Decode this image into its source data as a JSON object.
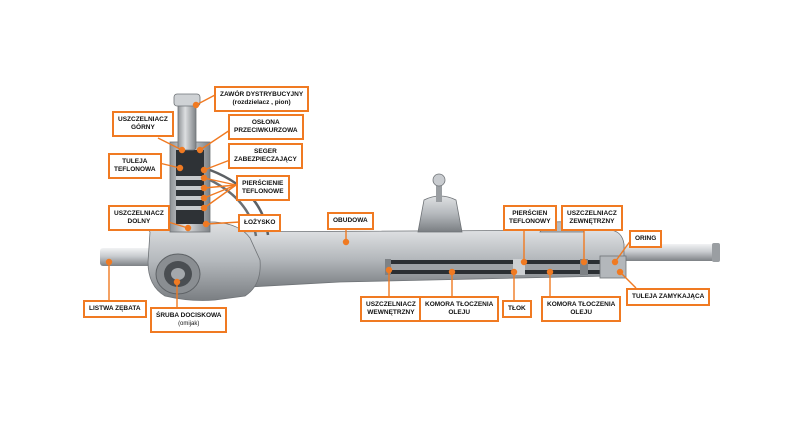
{
  "colors": {
    "accent": "#f07a22",
    "metal": "#b9bcbf",
    "steel": "#d3d6d9"
  },
  "labels": {
    "zawor": {
      "line1": "ZAWÓR DYSTRYBUCYJNY",
      "line2": "(rozdzielacz , pion)"
    },
    "uszczelniacz_gorny": {
      "line1": "USZCZELNIACZ",
      "line2": "GÓRNY"
    },
    "oslona": {
      "line1": "OSŁONA",
      "line2": "PRZECIWKURZOWA"
    },
    "seger": {
      "line1": "SEGER",
      "line2": "ZABEZPIECZAJĄCY"
    },
    "tuleja_teflonowa": {
      "line1": "TULEJA",
      "line2": "TEFLONOWA"
    },
    "pierscienie_teflonowe": {
      "line1": "PIERŚCIENIE",
      "line2": "TEFLONOWE"
    },
    "uszczelniacz_dolny": {
      "line1": "USZCZELNIACZ",
      "line2": "DOLNY"
    },
    "lozysko": {
      "line1": "ŁOŻYSKO"
    },
    "obudowa": {
      "line1": "OBUDOWA"
    },
    "pierscien_teflonowy": {
      "line1": "PIERŚCIEN",
      "line2": "TEFLONOWY"
    },
    "uszczelniacz_zewnetrzny": {
      "line1": "USZCZELNIACZ",
      "line2": "ZEWNĘTRZNY"
    },
    "oring": {
      "line1": "ORING"
    },
    "listwa_zebata": {
      "line1": "LISTWA ZĘBATA"
    },
    "sruba_dociskowa": {
      "line1": "ŚRUBA DOCISKOWA",
      "line2": "(omijak)"
    },
    "uszczelniacz_wewnetrzny": {
      "line1": "USZCZELNIACZ",
      "line2": "WEWNĘTRZNY"
    },
    "komora_1": {
      "line1": "KOMORA TŁOCZENIA",
      "line2": "OLEJU"
    },
    "tlok": {
      "line1": "TŁOK"
    },
    "komora_2": {
      "line1": "KOMORA TŁOCZENIA",
      "line2": "OLEJU"
    },
    "tuleja_zamykajaca": {
      "line1": "TULEJA ZAMYKAJĄCA"
    }
  }
}
